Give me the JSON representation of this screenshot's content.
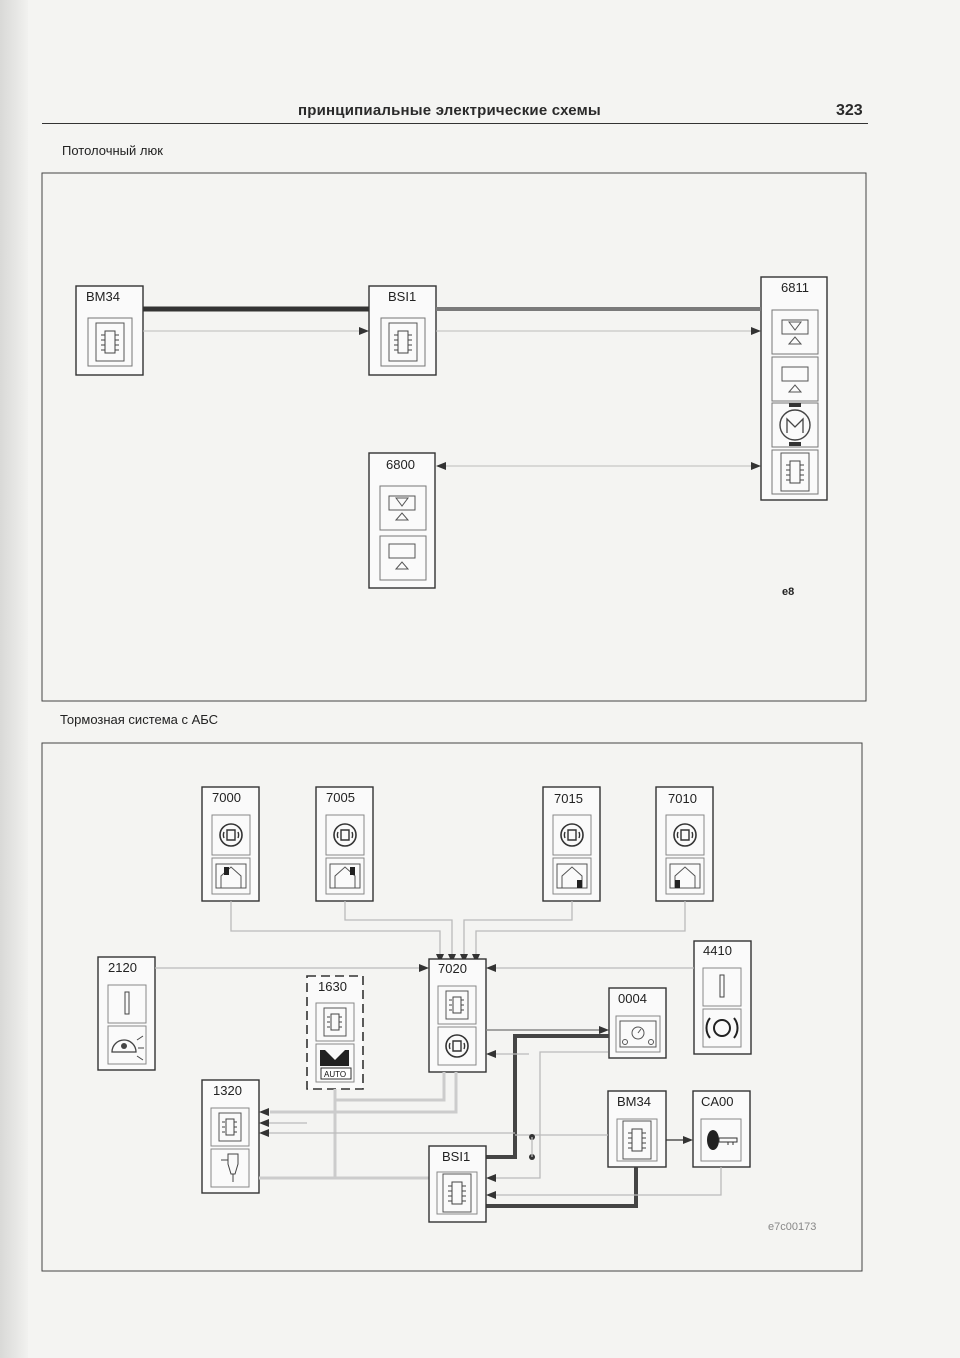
{
  "header": {
    "title": "принципиальные электрические схемы",
    "page_number": "323"
  },
  "section1": {
    "title": "Потолочный люк",
    "boxes": {
      "bm34": "BM34",
      "bsi1": "BSI1",
      "c6811": "6811",
      "c6800": "6800"
    },
    "ref": "e8"
  },
  "section2": {
    "title": "Тормозная система с АБС",
    "boxes": {
      "c7000": "7000",
      "c7005": "7005",
      "c7015": "7015",
      "c7010": "7010",
      "c2120": "2120",
      "c1630": "1630",
      "c7020": "7020",
      "c4410": "4410",
      "c0004": "0004",
      "c1320": "1320",
      "bm34": "BM34",
      "ca00": "CA00",
      "bsi1": "BSI1"
    },
    "auto_label": "AUTO",
    "ref": "e7c00173"
  }
}
